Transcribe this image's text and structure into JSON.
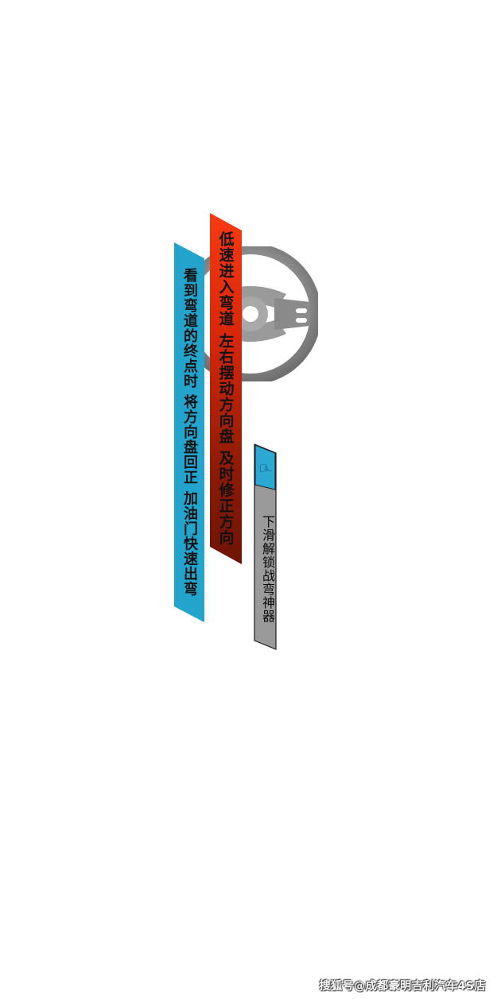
{
  "banners": {
    "red_text": "低速进入弯道 左右摆动方向盘 及时修正方向",
    "blue_text": "看到弯道的终点时 将方向盘回正 加油门快速出弯"
  },
  "unlock": {
    "icon": "pointing-hand-icon",
    "text": "下滑解锁战弯神器"
  },
  "watermark": "搜狐号@成都豪明吉利汽车4S店",
  "colors": {
    "red_banner": "#d7270a",
    "blue_banner": "#22a4cc",
    "unlock_bg": "#9a9a9a",
    "wheel": "#8a8a8a"
  }
}
